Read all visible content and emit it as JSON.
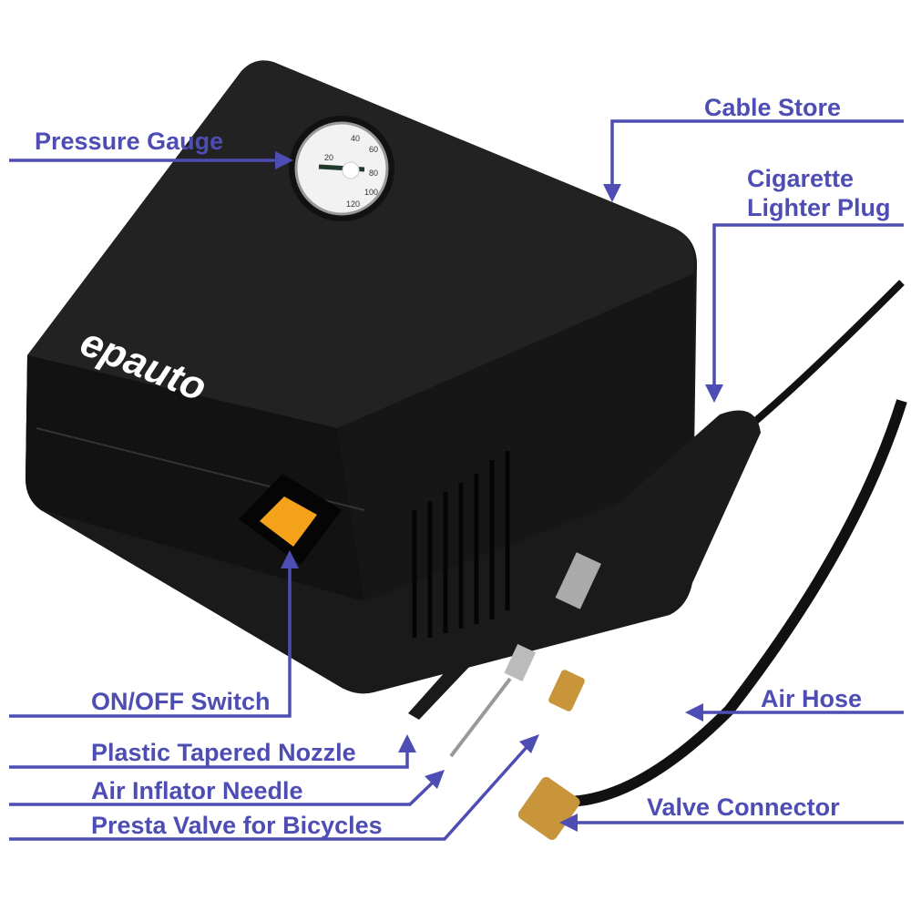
{
  "colors": {
    "annotation": "#4d4db3",
    "body": "#141414",
    "switch": "#f5a21b",
    "brass": "#c8953a"
  },
  "brand_logo": "epauto",
  "gauge": {
    "ticks": [
      "20",
      "40",
      "60",
      "80",
      "100",
      "120"
    ]
  },
  "labels": {
    "pressure_gauge": "Pressure Gauge",
    "cable_store": "Cable Store",
    "cigarette_line1": "Cigarette",
    "cigarette_line2": "Lighter Plug",
    "on_off_switch": "ON/OFF Switch",
    "air_hose": "Air Hose",
    "plastic_nozzle": "Plastic Tapered Nozzle",
    "inflator_needle": "Air Inflator Needle",
    "valve_connector": "Valve Connector",
    "presta_valve": "Presta Valve for Bicycles"
  }
}
